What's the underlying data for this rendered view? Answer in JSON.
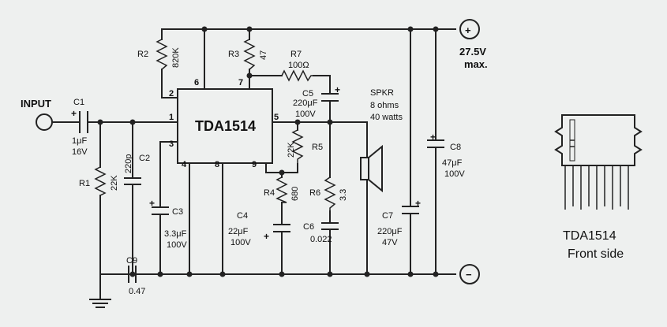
{
  "input_label": "INPUT",
  "ic": {
    "name": "TDA1514"
  },
  "pins": [
    "1",
    "2",
    "3",
    "4",
    "5",
    "6",
    "7",
    "8",
    "9"
  ],
  "supply": {
    "pos_symbol": "+",
    "neg_symbol": "−",
    "voltage": "27.5V",
    "max": "max."
  },
  "polarity_mark": "+",
  "resistors": [
    {
      "ref": "R1",
      "value": "22K"
    },
    {
      "ref": "R2",
      "value": "820K"
    },
    {
      "ref": "R3",
      "value": "47"
    },
    {
      "ref": "R4",
      "value": "680"
    },
    {
      "ref": "R5",
      "value": "22K"
    },
    {
      "ref": "R6",
      "value": "3.3"
    },
    {
      "ref": "R7",
      "value": "100Ω"
    }
  ],
  "capacitors": [
    {
      "ref": "C1",
      "value": "1μF",
      "voltage": "16V"
    },
    {
      "ref": "C2",
      "value": "220p"
    },
    {
      "ref": "C3",
      "value": "3.3μF",
      "voltage": "100V"
    },
    {
      "ref": "C4",
      "value": "22μF",
      "voltage": "100V"
    },
    {
      "ref": "C5",
      "value": "220μF",
      "voltage": "100V"
    },
    {
      "ref": "C6",
      "value": "0.022"
    },
    {
      "ref": "C7",
      "value": "220μF",
      "voltage": "47V"
    },
    {
      "ref": "C8",
      "value": "47μF",
      "voltage": "100V"
    },
    {
      "ref": "C9",
      "value": "0.47"
    }
  ],
  "speaker": {
    "name": "SPKR",
    "impedance": "8 ohms",
    "power": "40 watts"
  },
  "package": {
    "name": "TDA1514",
    "caption": "Front side"
  }
}
